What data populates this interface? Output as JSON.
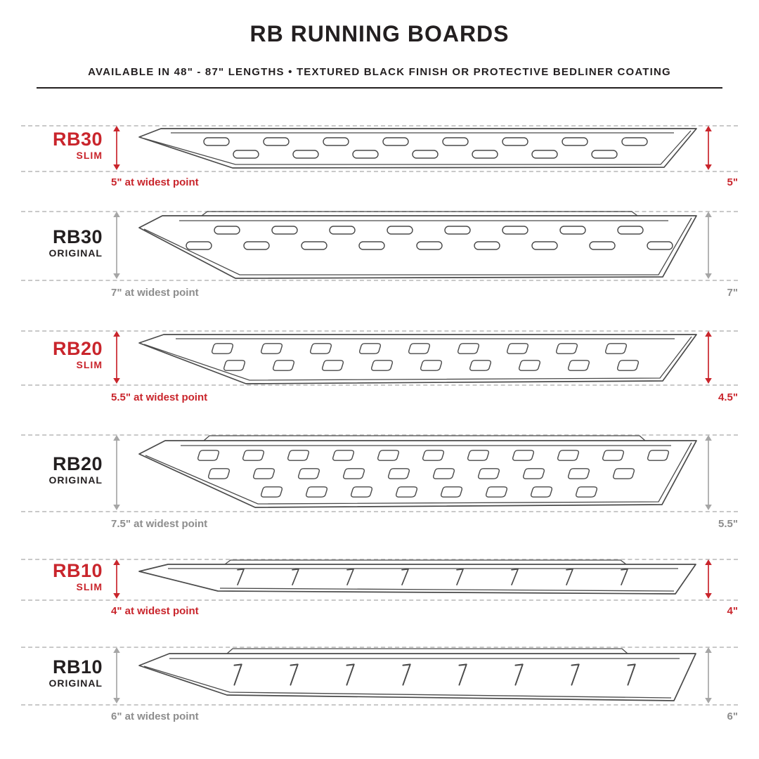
{
  "header": {
    "title": "RB RUNNING BOARDS",
    "subtitle": "AVAILABLE IN 48\" - 87\" LENGTHS  •  TEXTURED BLACK FINISH OR PROTECTIVE BEDLINER COATING"
  },
  "colors": {
    "accent_red": "#c9252c",
    "gray_arrow": "#a6a6a6",
    "text_dark": "#231f20",
    "note_gray": "#8d8d8d",
    "dash_gray": "#c9c9c9",
    "line_art": "#4a4a4a"
  },
  "rows": [
    {
      "model": "RB30",
      "variant": "SLIM",
      "type": "slim",
      "left_note": "5\" at widest point",
      "right_note": "5\""
    },
    {
      "model": "RB30",
      "variant": "ORIGINAL",
      "type": "original",
      "left_note": "7\" at widest point",
      "right_note": "7\""
    },
    {
      "model": "RB20",
      "variant": "SLIM",
      "type": "slim",
      "left_note": "5.5\" at widest point",
      "right_note": "4.5\""
    },
    {
      "model": "RB20",
      "variant": "ORIGINAL",
      "type": "original",
      "left_note": "7.5\" at widest point",
      "right_note": "5.5\""
    },
    {
      "model": "RB10",
      "variant": "SLIM",
      "type": "slim",
      "left_note": "4\" at widest point",
      "right_note": "4\""
    },
    {
      "model": "RB10",
      "variant": "ORIGINAL",
      "type": "original",
      "left_note": "6\" at widest point",
      "right_note": "6\""
    }
  ]
}
